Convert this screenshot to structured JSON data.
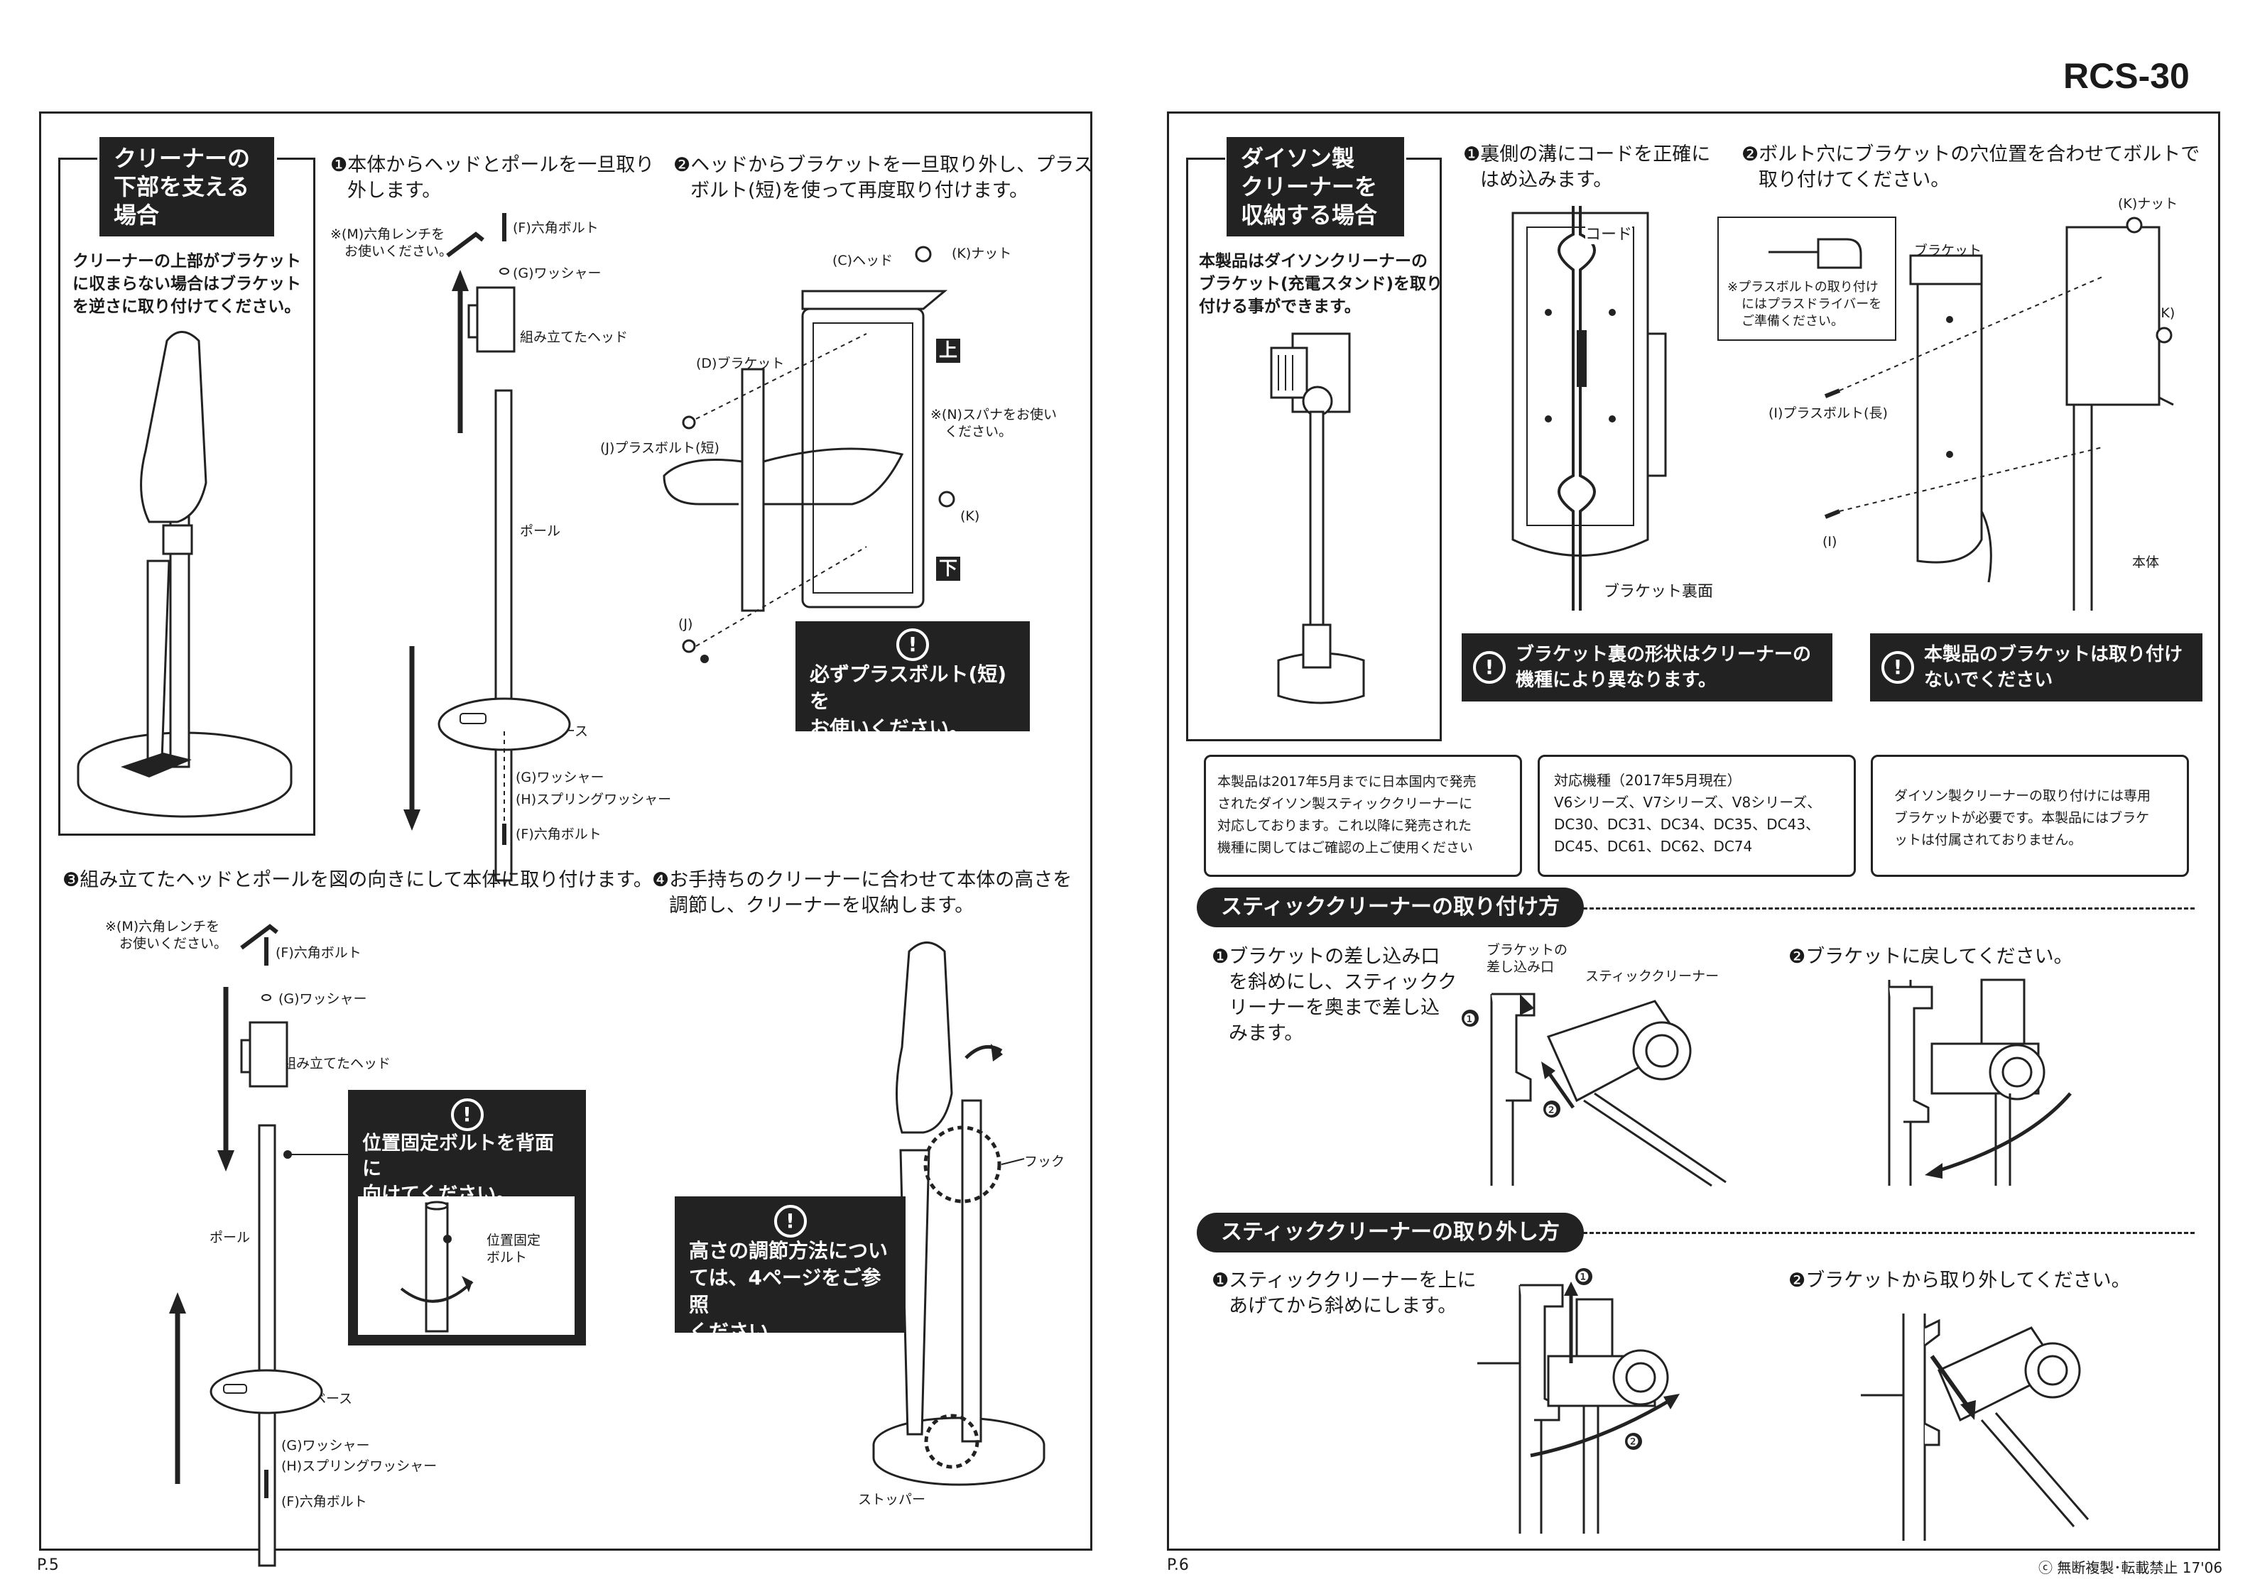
{
  "header": {
    "model": "RCS-30"
  },
  "footer": {
    "left_page": "P.5",
    "right_page": "P.6",
    "copyright": "ⓒ 無断複製･転載禁止 17'06"
  },
  "left": {
    "support_box": {
      "title_lines": [
        "クリーナーの",
        "下部を支える",
        "場合"
      ],
      "desc_lines": [
        "クリーナーの上部がブラケット",
        "に収まらない場合はブラケット",
        "を逆さに取り付けてください。"
      ]
    },
    "step1": {
      "lines": [
        "❶本体からヘッドとポールを一旦取り",
        "外します。"
      ],
      "labels": {
        "hex_wrench": "※(M)六角レンチを",
        "hex_wrench2": "お使いください。",
        "bolt": "(F)六角ボルト",
        "washer": "(G)ワッシャー",
        "head": "組み立てたヘッド",
        "pole": "ポール",
        "base": "ベース",
        "washer2": "(G)ワッシャー",
        "spring": "(H)スプリングワッシャー",
        "bolt2": "(F)六角ボルト"
      }
    },
    "step2": {
      "lines": [
        "❷ヘッドからブラケットを一旦取り外し、プラス",
        "ボルト(短)を使って再度取り付けます。"
      ],
      "labels": {
        "head": "(C)ヘッド",
        "nut": "(K)ナット",
        "bracket": "(D)ブラケット",
        "screw_short": "(J)プラスボルト(短)",
        "spanner": "※(N)スパナをお使い",
        "spanner2": "ください。",
        "k": "(K)",
        "j": "(J)",
        "up": "上",
        "down": "下"
      },
      "warning_lines": [
        "必ずプラスボルト(短)を",
        "お使いください。"
      ]
    },
    "step3": {
      "title": "❸組み立てたヘッドとポールを図の向きにして本体に取り付けます。",
      "labels": {
        "hex_wrench": "※(M)六角レンチを",
        "hex_wrench2": "お使いください。",
        "bolt": "(F)六角ボルト",
        "washer": "(G)ワッシャー",
        "head": "組み立てたヘッド",
        "pole": "ポール",
        "base": "ベース",
        "washer2": "(G)ワッシャー",
        "spring": "(H)スプリングワッシャー",
        "bolt2": "(F)六角ボルト",
        "fix_bolt": "位置固定",
        "fix_bolt2": "ボルト"
      },
      "warning_lines": [
        "位置固定ボルトを背面に",
        "向けてください。"
      ]
    },
    "step4": {
      "lines": [
        "❹お手持ちのクリーナーに合わせて本体の高さを",
        "調節し、クリーナーを収納します。"
      ],
      "labels": {
        "hook": "フック",
        "stopper": "ストッパー"
      },
      "warning_lines": [
        "高さの調節方法につい",
        "ては、4ページをご参照",
        "ください。"
      ]
    }
  },
  "right": {
    "dyson_box": {
      "title_lines": [
        "ダイソン製",
        "クリーナーを",
        "収納する場合"
      ],
      "desc_lines": [
        "本製品はダイソンクリーナーの",
        "ブラケット(充電スタンド)を取り",
        "付ける事ができます。"
      ]
    },
    "step1": {
      "lines": [
        "❶裏側の溝にコードを正確に",
        "はめ込みます。"
      ],
      "labels": {
        "cord": "コード",
        "back": "ブラケット裏面"
      },
      "warning_lines": [
        "ブラケット裏の形状はクリーナーの",
        "機種により異なります。"
      ]
    },
    "step2": {
      "lines": [
        "❷ボルト穴にブラケットの穴位置を合わせてボルトで",
        "取り付けてください。"
      ],
      "note_lines": [
        "※プラスボルトの取り付け",
        "にはプラスドライバーを",
        "ご準備ください。"
      ],
      "labels": {
        "nut": "(K)ナット",
        "bracket": "ブラケット",
        "k": "(K)",
        "screw_long": "(I)プラスボルト(長)",
        "i": "(I)",
        "body": "本体"
      },
      "warning_lines": [
        "本製品のブラケットは取り付け",
        "ないでください"
      ]
    },
    "info": {
      "box1": [
        "本製品は2017年5月までに日本国内で発売",
        "されたダイソン製スティッククリーナーに",
        "対応しております。これ以降に発売された",
        "機種に関してはご確認の上ご使用ください"
      ],
      "box2": [
        "対応機種（2017年5月現在）",
        "V6シリーズ、V7シリーズ、V8シリーズ、",
        "DC30、DC31、DC34、DC35、DC43、",
        "DC45、DC61、DC62、DC74"
      ],
      "box3": [
        "ダイソン製クリーナーの取り付けには専用",
        "ブラケットが必要です。本製品にはブラケ",
        "ットは付属されておりません。"
      ]
    },
    "attach": {
      "title": "スティッククリーナーの取り付け方",
      "step1_lines": [
        "❶ブラケットの差し込み口",
        "を斜めにし、スティックク",
        "リーナーを奥まで差し込",
        "みます。"
      ],
      "labels": {
        "slot": "ブラケットの",
        "slot2": "差し込み口",
        "stick": "スティッククリーナー",
        "n1": "❶",
        "n2": "❷"
      },
      "step2": "❷ブラケットに戻してください。"
    },
    "remove": {
      "title": "スティッククリーナーの取り外し方",
      "step1_lines": [
        "❶スティッククリーナーを上に",
        "あげてから斜めにします。"
      ],
      "labels": {
        "n1": "❶",
        "n2": "❷"
      },
      "step2": "❷ブラケットから取り外してください。"
    }
  }
}
